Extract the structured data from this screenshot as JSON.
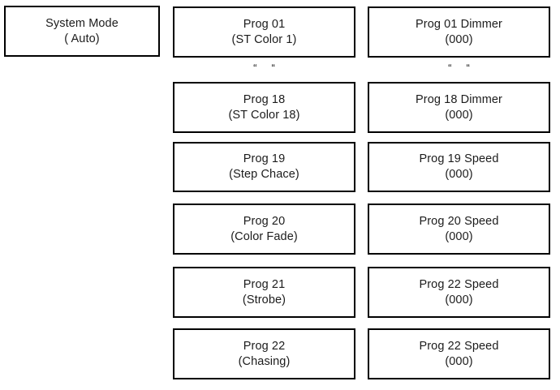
{
  "diagram": {
    "title": "System Mode program chart",
    "background_color": "#ffffff",
    "border_color": "#000000",
    "text_color": "#1c1c1c"
  },
  "left_column": {
    "mode_box": {
      "line1": "System Mode",
      "line2": "( Auto)"
    }
  },
  "continuation_marks": {
    "mark_a": "“",
    "mark_b": "“"
  },
  "program_column": {
    "rows": [
      {
        "line1": "Prog 01",
        "line2": "(ST Color 1)"
      },
      {
        "line1": "Prog 18",
        "line2": "(ST Color 18)"
      },
      {
        "line1": "Prog 19",
        "line2": "(Step Chace)"
      },
      {
        "line1": "Prog 20",
        "line2": "(Color Fade)"
      },
      {
        "line1": "Prog 21",
        "line2": "(Strobe)"
      },
      {
        "line1": "Prog 22",
        "line2": "(Chasing)"
      }
    ]
  },
  "parameter_column": {
    "rows": [
      {
        "line1": "Prog 01 Dimmer",
        "line2": "(000)"
      },
      {
        "line1": "Prog 18 Dimmer",
        "line2": "(000)"
      },
      {
        "line1": "Prog 19 Speed",
        "line2": "(000)"
      },
      {
        "line1": "Prog 20 Speed",
        "line2": "(000)"
      },
      {
        "line1": "Prog 22 Speed",
        "line2": "(000)"
      },
      {
        "line1": "Prog 22 Speed",
        "line2": "(000)"
      }
    ]
  }
}
